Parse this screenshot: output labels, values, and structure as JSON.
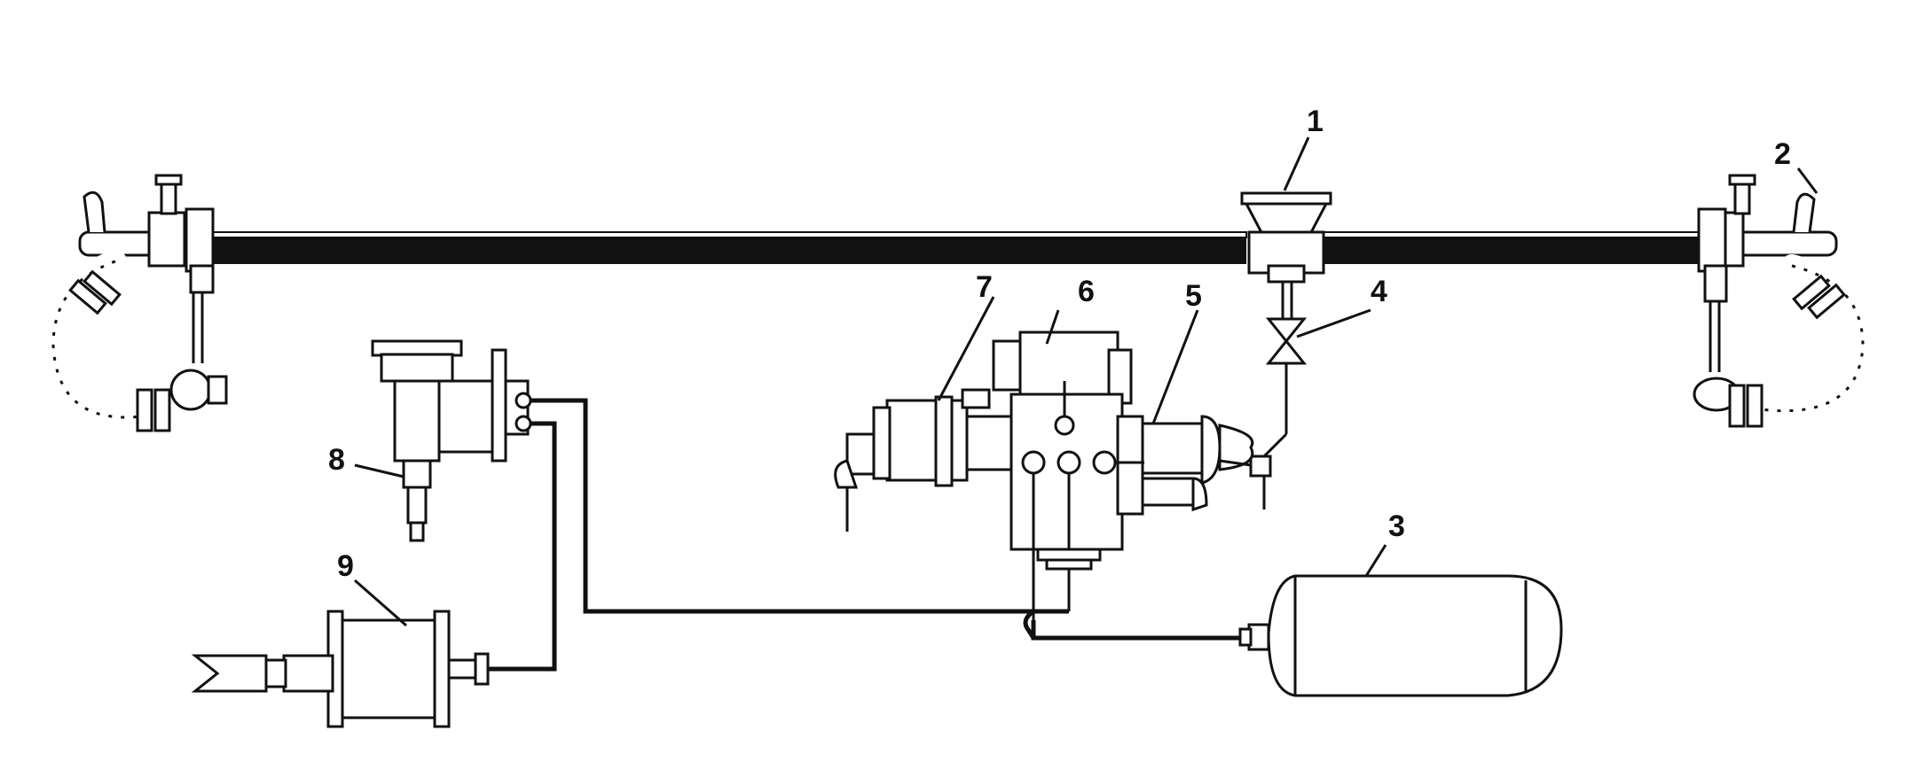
{
  "labels": {
    "l1": "1",
    "l2": "2",
    "l3": "3",
    "l4": "4",
    "l5": "5",
    "l6": "6",
    "l7": "7",
    "l8": "8",
    "l9": "9"
  },
  "colors": {
    "ink": "#111111",
    "background": "#ffffff"
  }
}
